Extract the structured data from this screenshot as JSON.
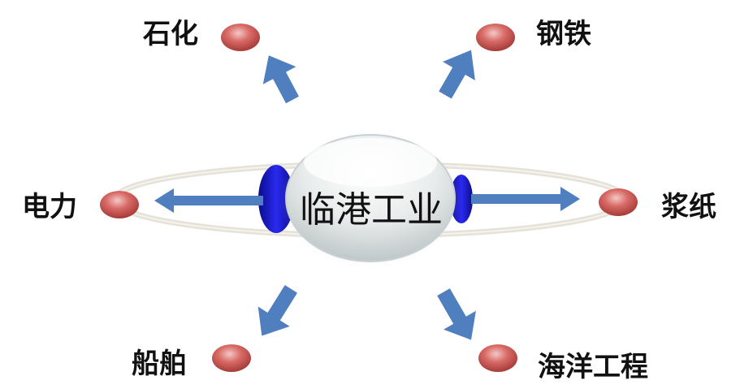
{
  "hub": {
    "label": "临港工业"
  },
  "nodes": [
    {
      "id": "shihua",
      "label": "石化"
    },
    {
      "id": "gangtie",
      "label": "钢铁"
    },
    {
      "id": "dianli",
      "label": "电力"
    },
    {
      "id": "jiangzhi",
      "label": "浆纸"
    },
    {
      "id": "chuanbo",
      "label": "船舶"
    },
    {
      "id": "haiyang",
      "label": "海洋工程"
    }
  ],
  "colors": {
    "arrow": "#4f7fbf",
    "node_dot": "#c0504d",
    "ring": "#e6e2d8",
    "hub_side": "#1a1acc"
  }
}
